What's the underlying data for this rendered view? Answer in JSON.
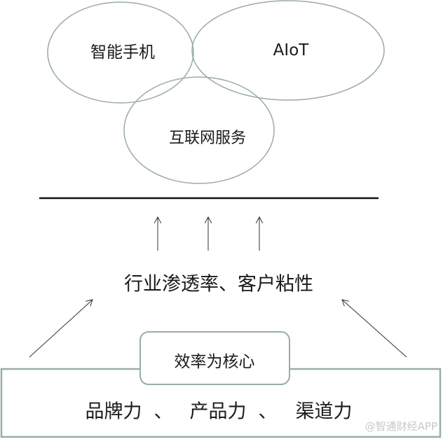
{
  "circles": {
    "top_left": "智能手机",
    "top_right": "AIoT",
    "bottom": "互联网服务"
  },
  "middle_text": "行业渗透率、客户粘性",
  "core_box": "效率为核心",
  "base_box": {
    "item1": "品牌力",
    "sep1": "、",
    "item2": "产品力",
    "sep2": "、",
    "item3": "渠道力"
  },
  "watermark": "@智通财经APP",
  "colors": {
    "outline": "#9aabab",
    "line": "#111111"
  }
}
